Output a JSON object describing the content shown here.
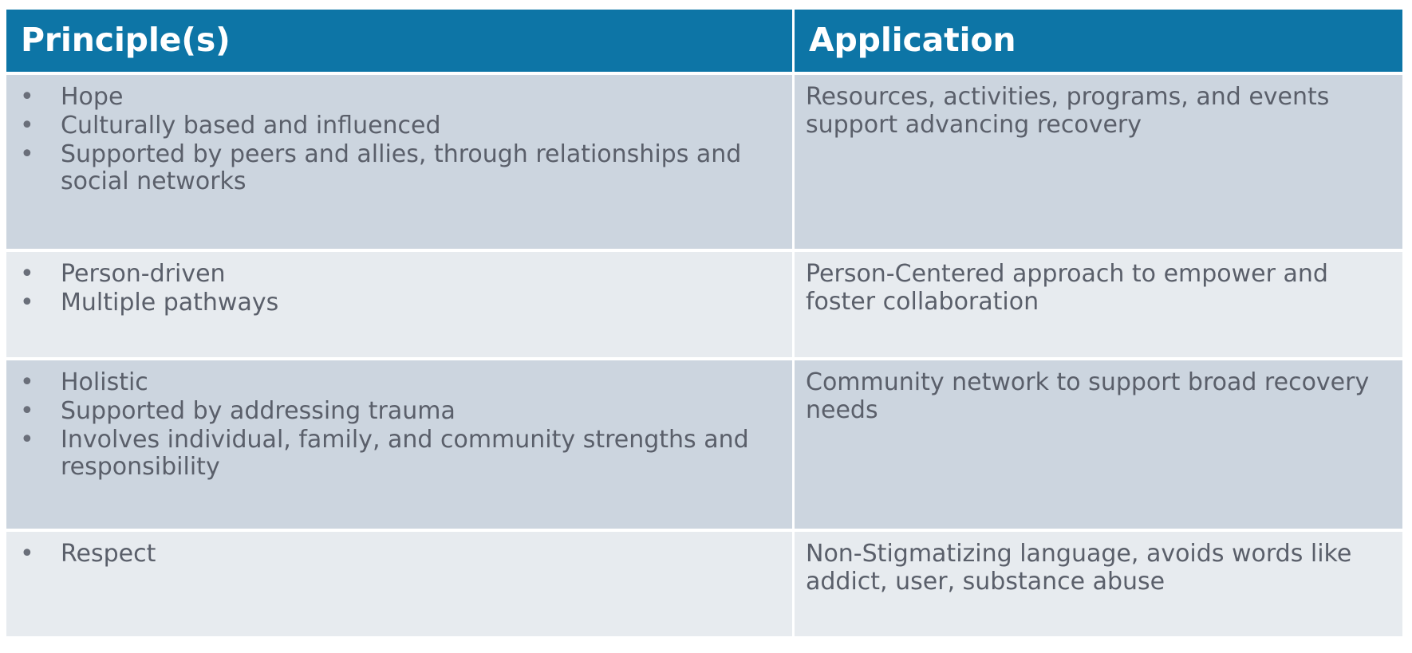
{
  "table": {
    "columns": [
      {
        "key": "principles",
        "header": "Principle(s)"
      },
      {
        "key": "application",
        "header": "Application"
      }
    ],
    "colors": {
      "header_background": "#0d75a6",
      "header_text": "#ffffff",
      "row_band_dark": "#ccd5df",
      "row_band_light": "#e7ebef",
      "body_text": "#5a5f6a",
      "page_background": "#ffffff"
    },
    "bullet_glyph": "•",
    "rows": [
      {
        "band": "dark",
        "principles": [
          "Hope",
          "Culturally based and influenced",
          "Supported by peers and allies, through relationships and social networks"
        ],
        "application": "Resources, activities, programs, and events support advancing recovery"
      },
      {
        "band": "light",
        "principles": [
          "Person-driven",
          "Multiple pathways"
        ],
        "application": "Person-Centered approach to empower and foster collaboration"
      },
      {
        "band": "dark",
        "principles": [
          "Holistic",
          "Supported by addressing trauma",
          "Involves individual, family, and community strengths and responsibility"
        ],
        "application": "Community network to support broad recovery needs"
      },
      {
        "band": "light",
        "principles": [
          "Respect"
        ],
        "application": "Non-Stigmatizing language, avoids words like addict, user, substance abuse"
      }
    ]
  }
}
